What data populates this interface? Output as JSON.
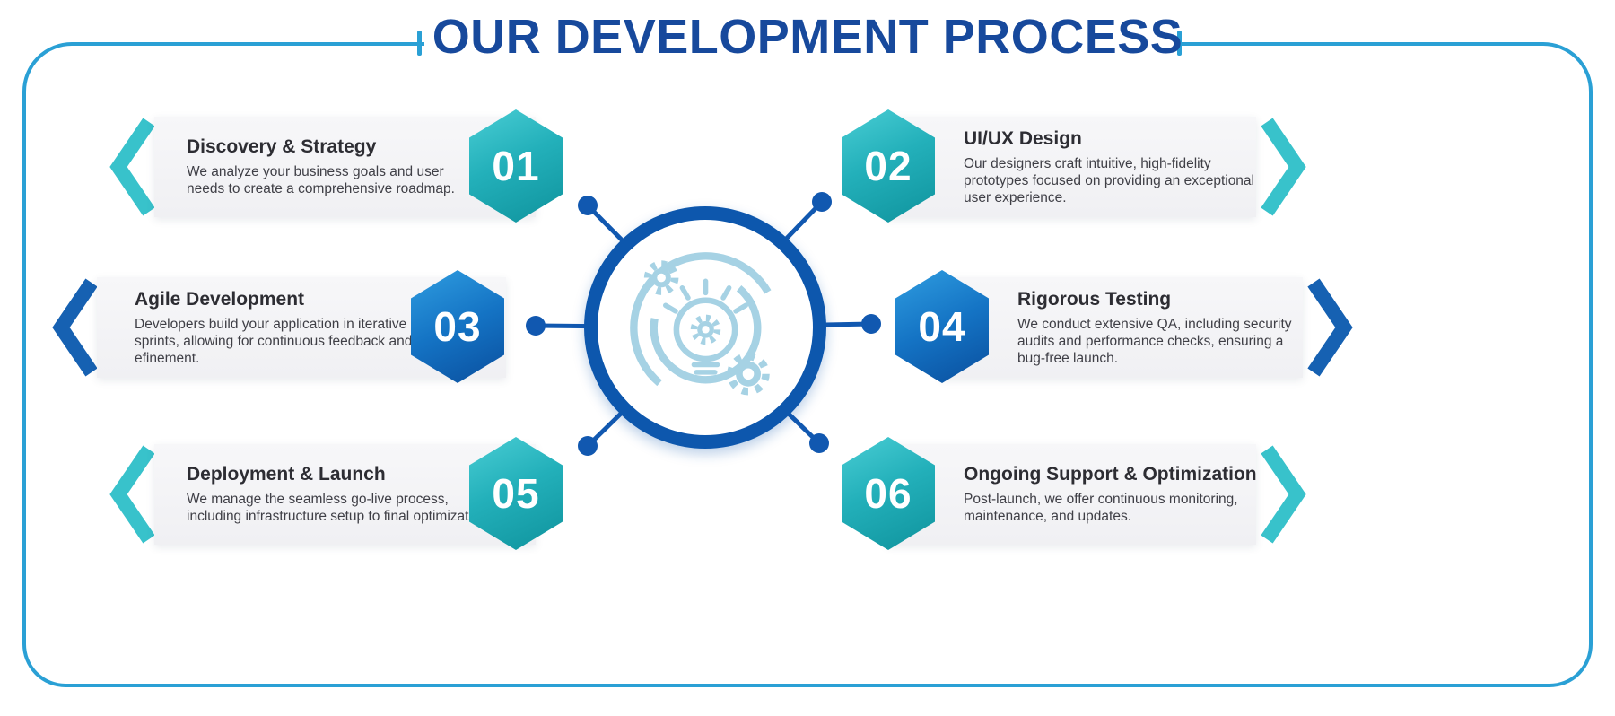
{
  "header": {
    "title": "OUR DEVELOPMENT PROCESS"
  },
  "center": {
    "icon": "lightbulb-with-gears"
  },
  "steps": [
    {
      "number": "01",
      "title": "Discovery & Strategy",
      "side": "left",
      "theme": "teal",
      "description": "We analyze your business goals and user\nneeds to create a comprehensive roadmap."
    },
    {
      "number": "02",
      "title": "UI/UX Design",
      "side": "right",
      "theme": "teal",
      "description": "Our designers craft intuitive, high-fidelity\nprototypes focused on providing an exceptional\nuser experience."
    },
    {
      "number": "03",
      "title": "Agile Development",
      "side": "left",
      "theme": "blue",
      "description": "Developers build your application in iterative\nsprints, allowing for continuous feedback and r\nefinement."
    },
    {
      "number": "04",
      "title": "Rigorous Testing",
      "side": "right",
      "theme": "blue",
      "description": "We conduct extensive QA, including security\naudits and performance checks, ensuring a\nbug-free launch."
    },
    {
      "number": "05",
      "title": "Deployment & Launch",
      "side": "left",
      "theme": "teal",
      "description": "We manage the seamless go-live process,\nincluding infrastructure setup to final optimizations."
    },
    {
      "number": "06",
      "title": "Ongoing Support & Optimization",
      "side": "right",
      "theme": "teal",
      "description": "Post-launch, we offer continuous monitoring,\nmaintenance, and updates."
    }
  ],
  "colors": {
    "title_blue": "#17499c",
    "frame_blue": "#2aa0d5",
    "connector_blue": "#1158b0",
    "accent_teal": "#38c2cb",
    "accent_blue": "#1661b2",
    "banner_bg": "#f4f4f6",
    "hex_teal_top": "#49cdd4",
    "hex_teal_bottom": "#0f939d",
    "hex_blue_top": "#2f9de0",
    "hex_blue_bottom": "#0a4f9e",
    "icon_light_blue": "#a6d2e4",
    "ring_blue": "#0d57ad"
  }
}
